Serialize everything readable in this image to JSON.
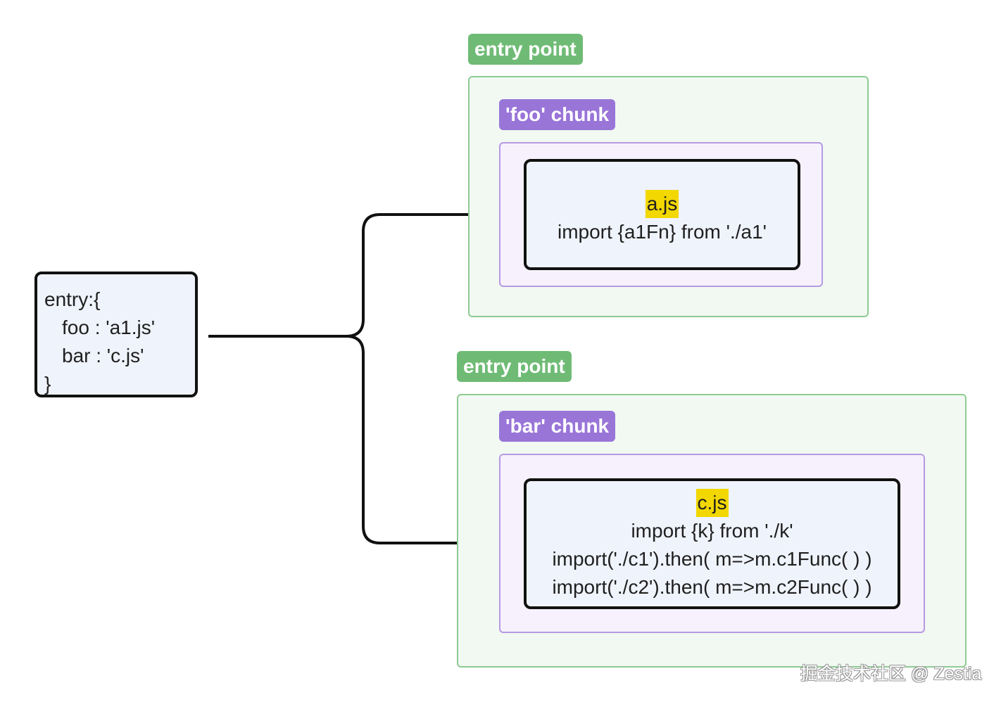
{
  "entry_config": {
    "lines": [
      "entry:{",
      "foo : 'a1.js'",
      "bar : 'c.js'",
      "}"
    ]
  },
  "groups": [
    {
      "label": "entry point",
      "chunk_label": "'foo' chunk",
      "module": {
        "filename": "a.js",
        "code": [
          "import {a1Fn} from './a1'"
        ]
      }
    },
    {
      "label": "entry point",
      "chunk_label": "'bar' chunk",
      "module": {
        "filename": "c.js",
        "code": [
          "import {k} from './k'",
          "import('./c1').then( m=>m.c1Func( ) )",
          "import('./c2').then( m=>m.c2Func( ) )"
        ]
      }
    }
  ],
  "watermark": "掘金技术社区 @ Zestia",
  "colors": {
    "group_fill": "#f1f9f2",
    "group_border": "#8fcb93",
    "group_label": "#6fbb75",
    "chunk_fill": "#f6f1fc",
    "chunk_border": "#b69ae2",
    "chunk_label": "#9975d8",
    "module_fill": "#eff3fb",
    "highlight": "#f2d700",
    "line": "#111111"
  }
}
